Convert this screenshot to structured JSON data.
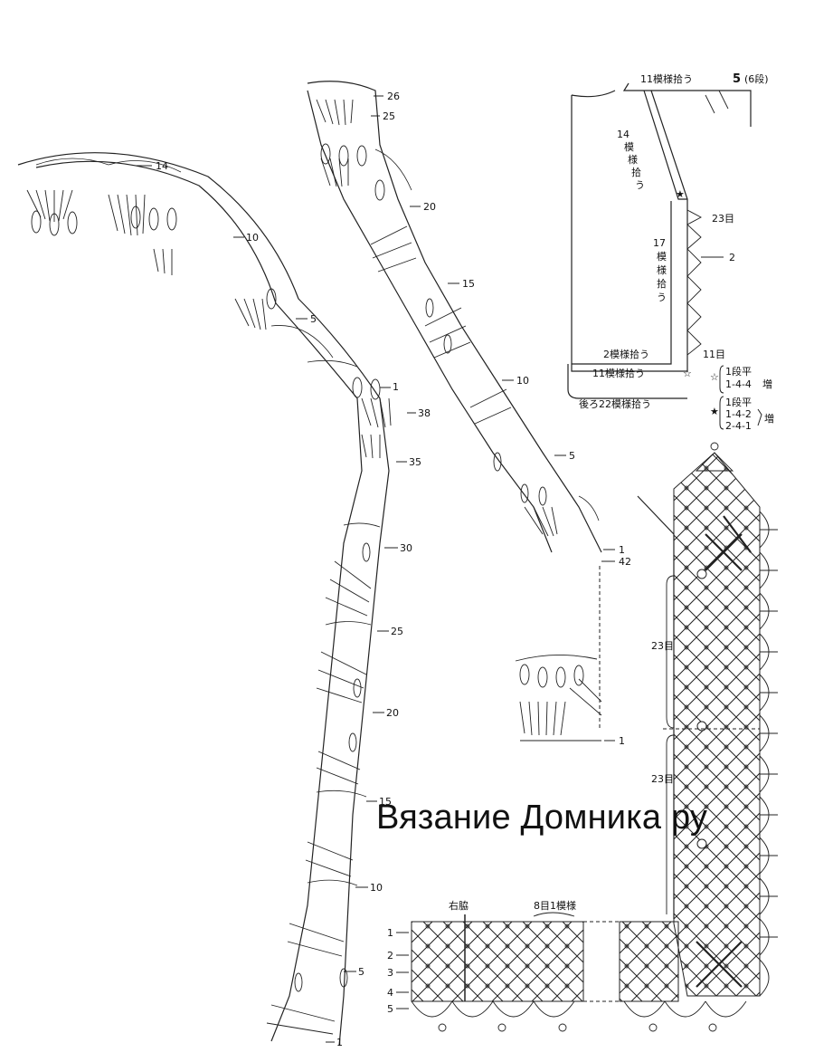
{
  "watermark": "Вязание Домника ру",
  "left_strip": {
    "rows": [
      "1",
      "5",
      "10",
      "15",
      "20",
      "25",
      "30",
      "35",
      "38"
    ],
    "top_rows": [
      "1",
      "5",
      "10",
      "14"
    ]
  },
  "middle_strip": {
    "rows": [
      "42",
      "1",
      "5",
      "10",
      "15",
      "20",
      "25",
      "26"
    ]
  },
  "small_piece": {
    "rows": [
      "1"
    ]
  },
  "schematic": {
    "top_label": "11模様拾う",
    "top_right": "5",
    "top_right_sub": "(6段)",
    "left_vertical": [
      "14",
      "模",
      "様",
      "拾",
      "う"
    ],
    "center_vertical": [
      "17",
      "模",
      "様",
      "拾",
      "う"
    ],
    "mark_23": "23目",
    "mark_2": "2",
    "mark_11": "11目",
    "pick_2": "2模様拾う",
    "pick_11": "11模様拾う",
    "back_pick": "後ろ22模様拾う",
    "star_open": "☆",
    "star_filled": "★",
    "legend_open": [
      "1段平",
      "1-4-4"
    ],
    "legend_open_tail": "増",
    "legend_filled": [
      "1段平",
      "1-4-2",
      "2-4-1"
    ],
    "legend_filled_tail": "増"
  },
  "grid_panel": {
    "label_23_upper": "23目",
    "label_23_lower": "23目"
  },
  "bottom_band": {
    "right_side": "右脇",
    "pattern_unit": "8目1模様",
    "rows": [
      "1",
      "2",
      "3",
      "4",
      "5"
    ]
  }
}
